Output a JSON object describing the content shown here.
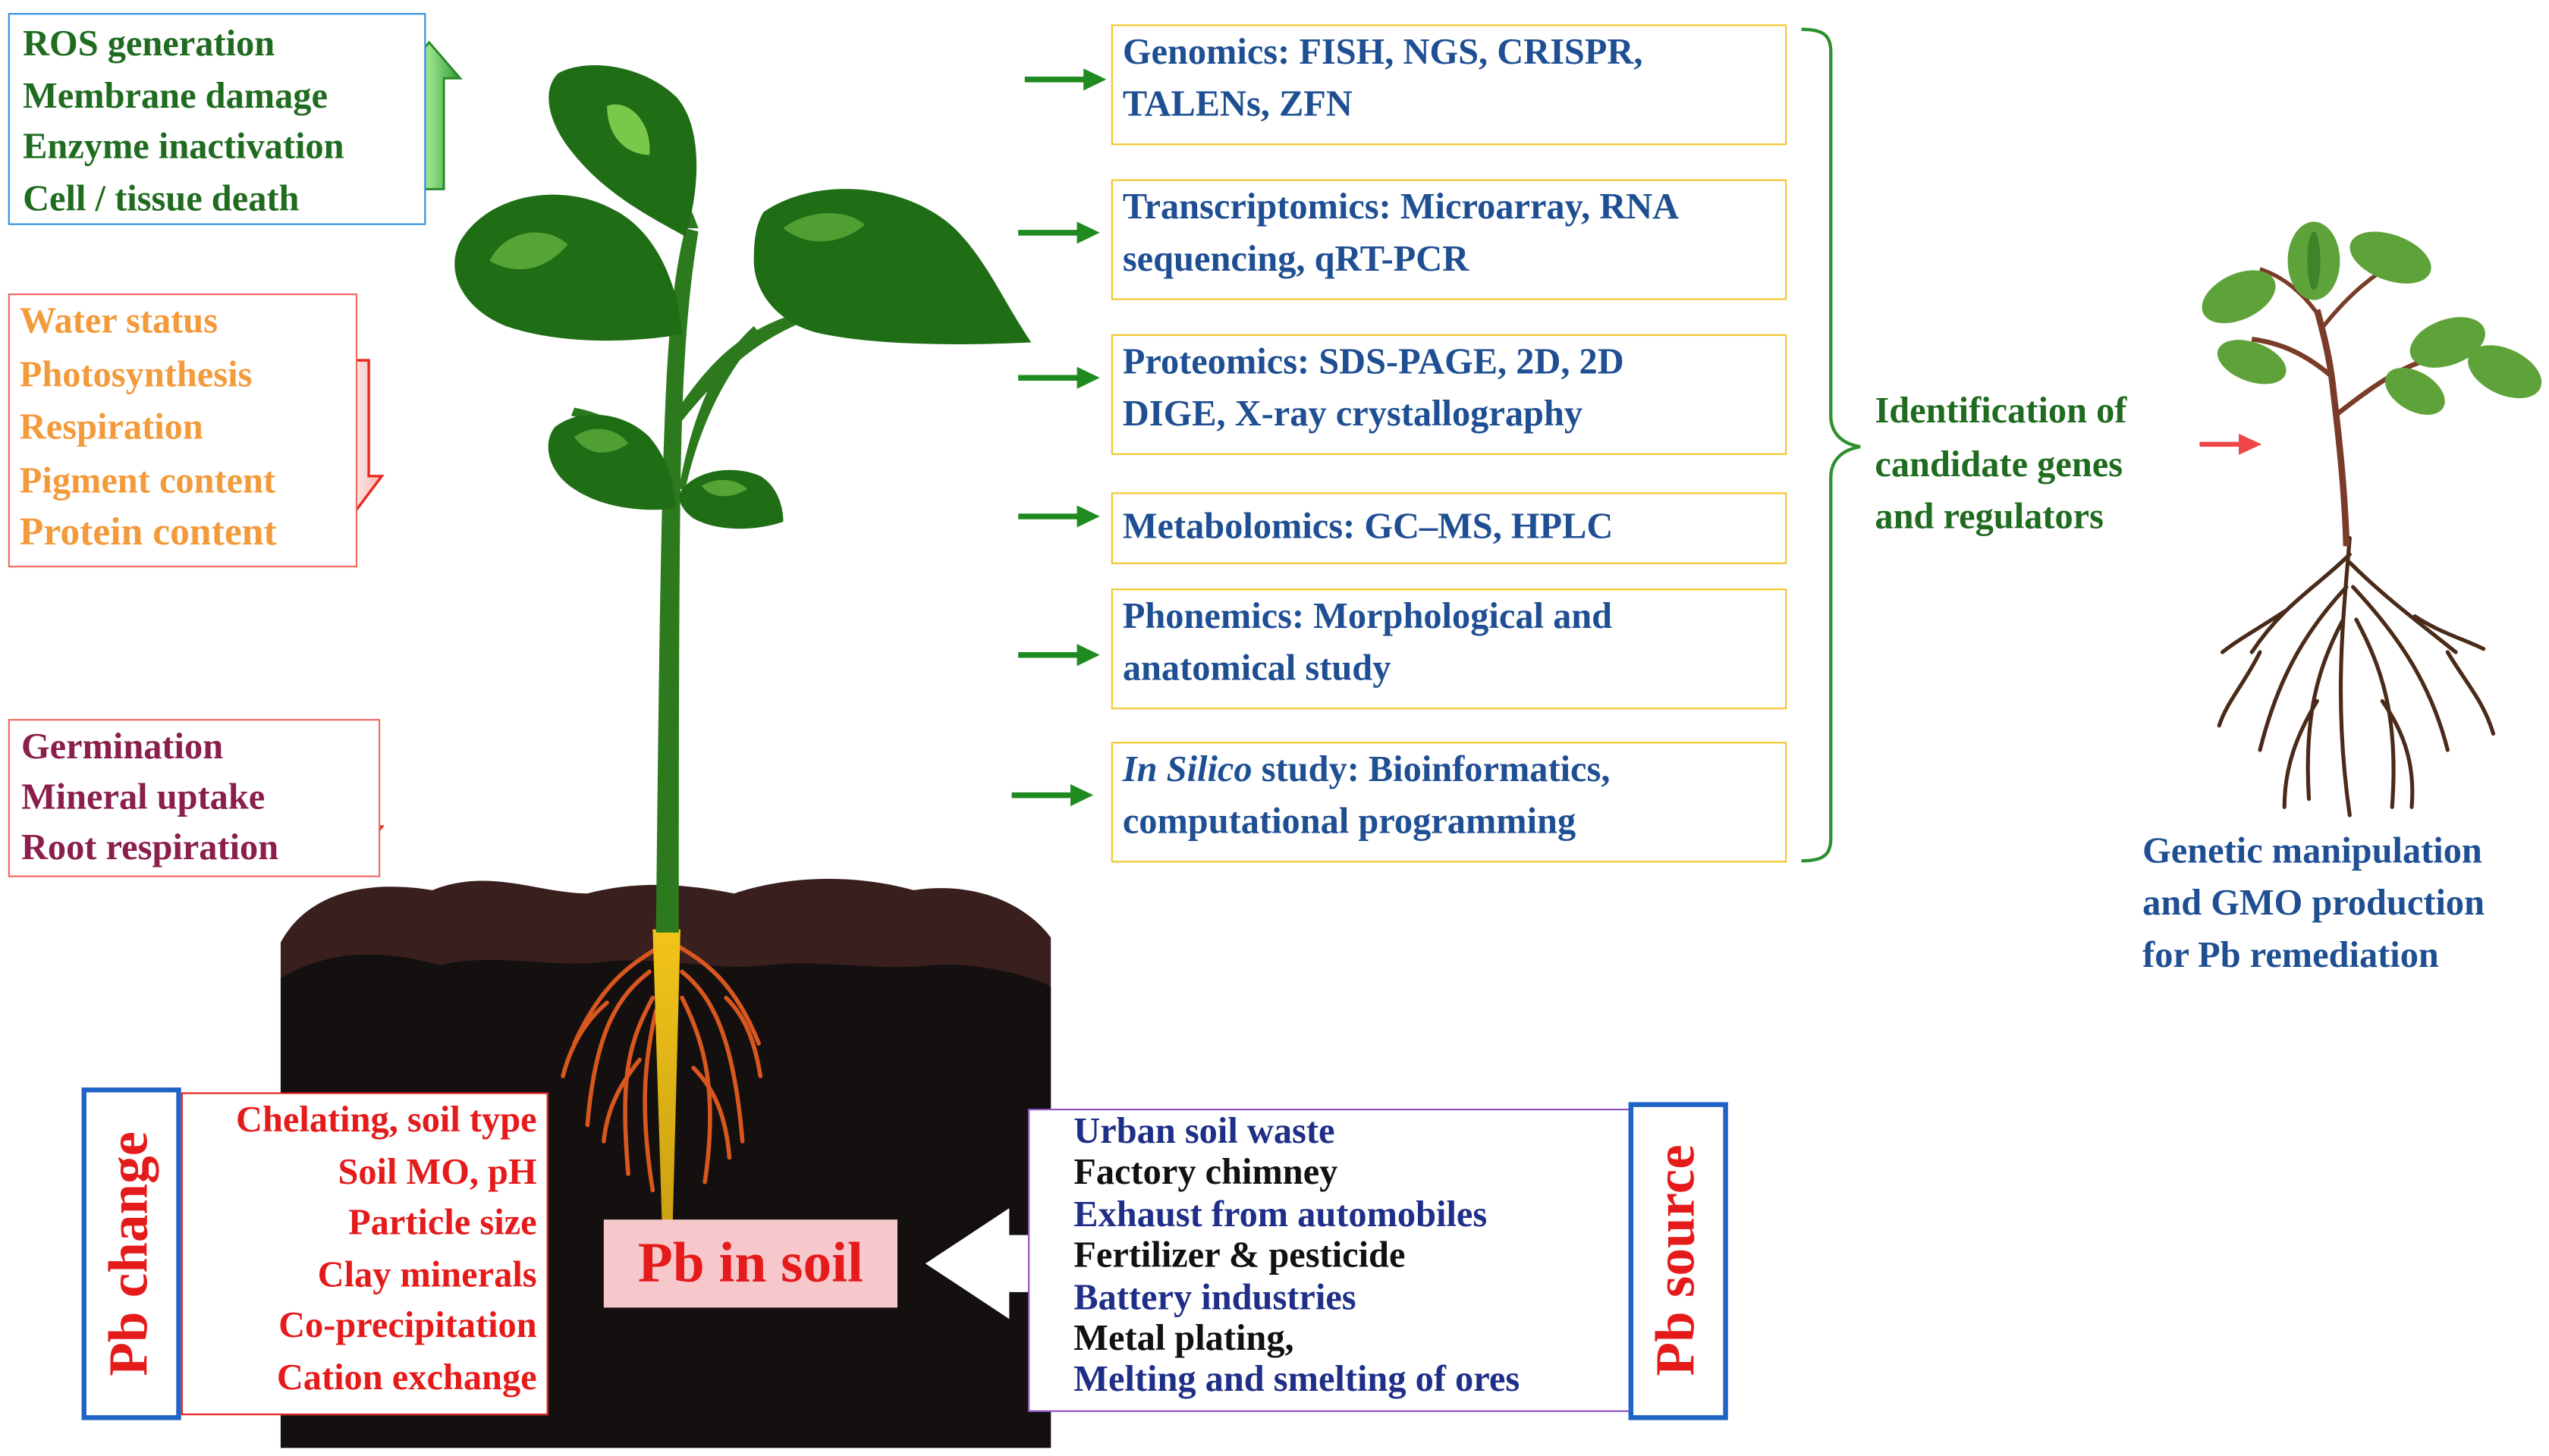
{
  "colors": {
    "green_text": "#1f6b1f",
    "orange_text": "#f39a3b",
    "maroon_text": "#8a1f4c",
    "blue_text": "#1f4f93",
    "red_text": "#e51b1b",
    "omics_border": "#f3c52a",
    "soil": "#1a1414"
  },
  "icons": [
    "up-arrow-green-icon",
    "down-arrow-red-icon",
    "right-arrow-green-icon",
    "left-arrow-white-icon",
    "right-arrow-red-icon",
    "plant-seedling-icon",
    "soybean-plant-icon",
    "curly-brace-icon"
  ],
  "effects_up": {
    "items": [
      "ROS generation",
      "Membrane damage",
      "Enzyme inactivation",
      "Cell / tissue death"
    ]
  },
  "effects_down_physiology": {
    "items": [
      "Water status",
      "Photosynthesis",
      "Respiration",
      "Pigment content",
      "Protein content"
    ]
  },
  "effects_down_root": {
    "items": [
      "Germination",
      "Mineral uptake",
      "Root respiration"
    ]
  },
  "omics": {
    "genomics": [
      "Genomics: FISH, NGS, CRISPR,",
      "TALENs, ZFN"
    ],
    "transcriptomics": [
      "Transcriptomics: Microarray, RNA",
      "sequencing, qRT-PCR"
    ],
    "proteomics": [
      "Proteomics: SDS-PAGE, 2D, 2D",
      "DIGE, X-ray crystallography"
    ],
    "metabolomics": [
      "Metabolomics: GC–MS, HPLC"
    ],
    "phenomics": [
      "Phonemics: Morphological and",
      "anatomical study"
    ],
    "in_silico": {
      "italic": "In Silico",
      "rest": " study: Bioinformatics,",
      "line2": "computational programming"
    }
  },
  "identification": [
    "Identification of",
    "candidate genes",
    "and regulators"
  ],
  "genetic": [
    "Genetic manipulation",
    "and GMO production",
    "for Pb remediation"
  ],
  "pb_change": {
    "title": "Pb change",
    "items": [
      "Chelating, soil type",
      "Soil MO, pH",
      "Particle size",
      "Clay minerals",
      "Co-precipitation",
      "Cation exchange"
    ]
  },
  "pb_in_soil": "Pb in soil",
  "pb_source": {
    "title": "Pb source",
    "items": [
      "Urban soil waste",
      "Factory chimney",
      "Exhaust from automobiles",
      "Fertilizer & pesticide",
      "Battery industries",
      "Metal plating,",
      "Melting and smelting of ores"
    ]
  }
}
